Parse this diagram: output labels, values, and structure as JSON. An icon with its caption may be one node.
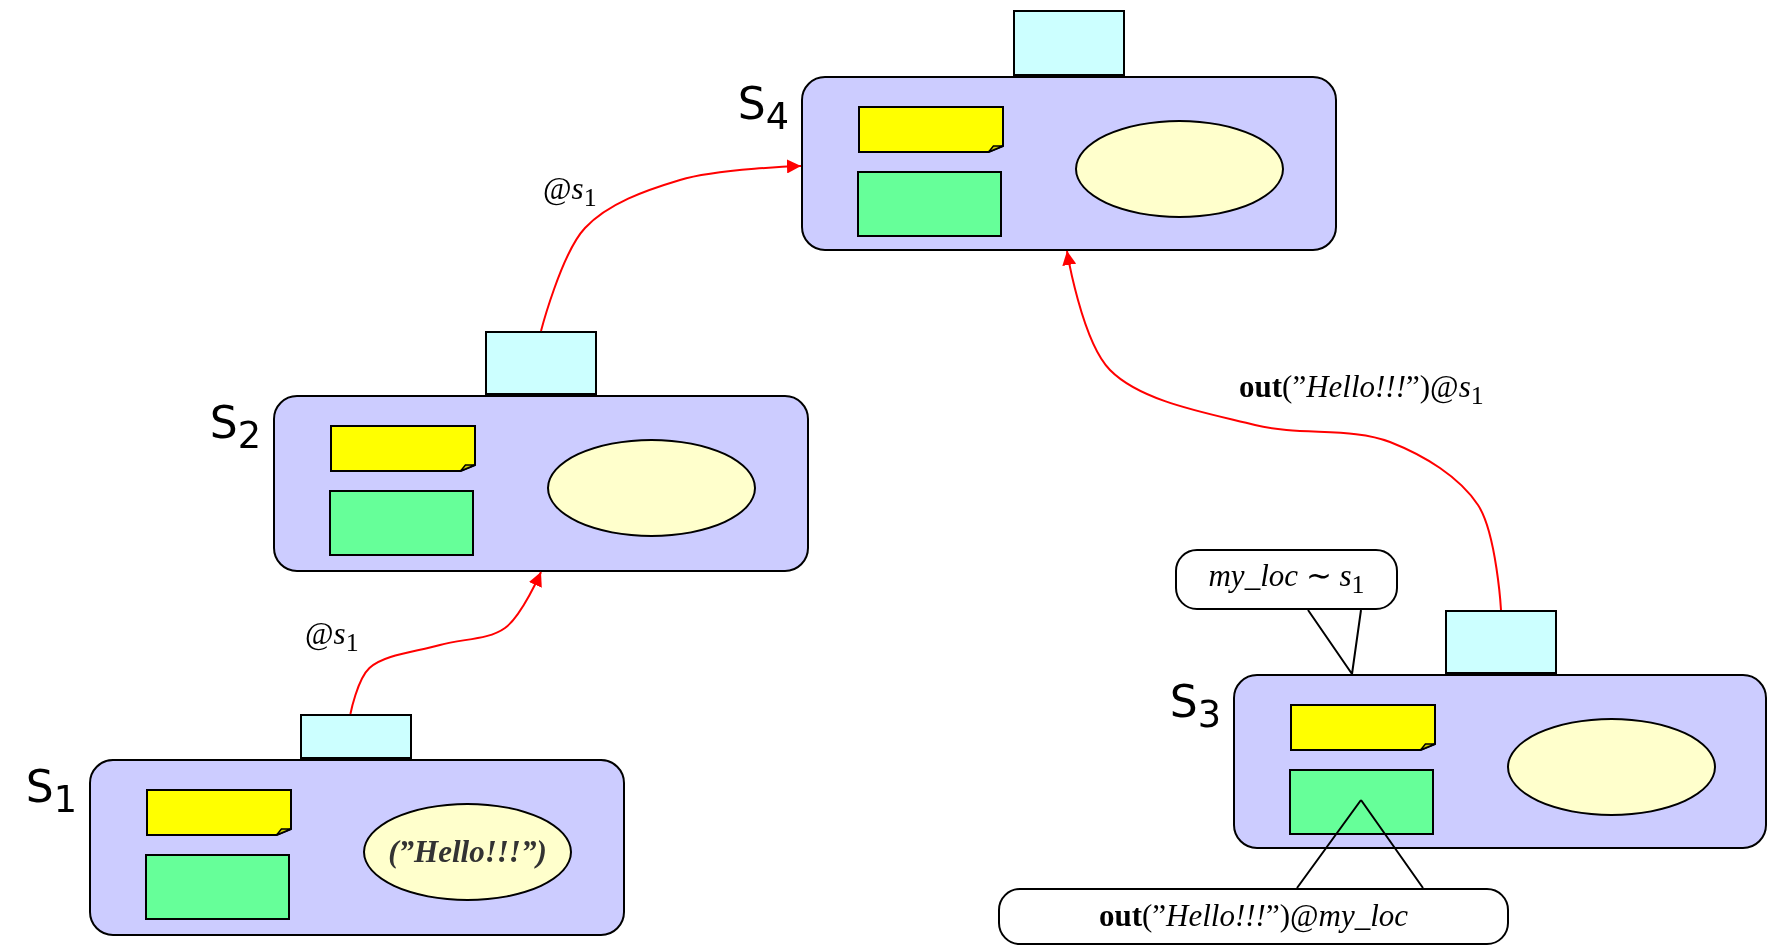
{
  "diagram": {
    "nodes": [
      {
        "text": [],
        "shape": "box"
      },
      {
        "text": [
          "S$_{4}$"
        ]
      },
      {
        "text": [],
        "shape": "note",
        "in": 1
      },
      {
        "text": [],
        "shape": "box",
        "in": 1
      },
      {
        "text": [],
        "shape": "ellipse",
        "in": 1
      },
      {
        "text": [],
        "shape": "box"
      },
      {
        "text": [
          "S$_{2}$"
        ]
      },
      {
        "text": [],
        "shape": "note",
        "in": 6
      },
      {
        "text": [],
        "shape": "box",
        "in": 6
      },
      {
        "text": [],
        "shape": "ellipse",
        "in": 6
      },
      {
        "text": [
          "*my_loc* ∼ *s*$_{1}$"
        ]
      },
      {
        "text": [],
        "shape": "box"
      },
      {
        "text": [
          "S$_{3}$"
        ]
      },
      {
        "text": [],
        "shape": "note",
        "in": 12
      },
      {
        "text": [],
        "shape": "box",
        "in": 12
      },
      {
        "text": [],
        "shape": "ellipse",
        "in": 12
      },
      {
        "text": [],
        "shape": "box"
      },
      {
        "text": [
          "S$_{1}$"
        ]
      },
      {
        "text": [],
        "shape": "note",
        "in": 17
      },
      {
        "text": [],
        "shape": "box",
        "in": 17
      },
      {
        "text": [
          "(”Hello!!!”)"
        ],
        "in": 17
      },
      {
        "text": [
          "**out**(”*Hello!!!*”)@*my_loc*"
        ]
      }
    ],
    "edges": [
      {
        "from": 16,
        "to": 6,
        "arrow": "to",
        "label": "@*s*$_{1}$"
      },
      {
        "from": 5,
        "to": 1,
        "arrow": "to",
        "label": "@*s*$_{1}$"
      },
      {
        "from": 11,
        "to": 1,
        "arrow": "to",
        "label": "**out**(”*Hello!!!*”)@*s*$_{1}$"
      },
      {
        "from": 10,
        "to": 12,
        "arrow": "none",
        "color": "#000000"
      },
      {
        "from": 21,
        "to": 14,
        "arrow": "none",
        "color": "#000000"
      }
    ]
  }
}
